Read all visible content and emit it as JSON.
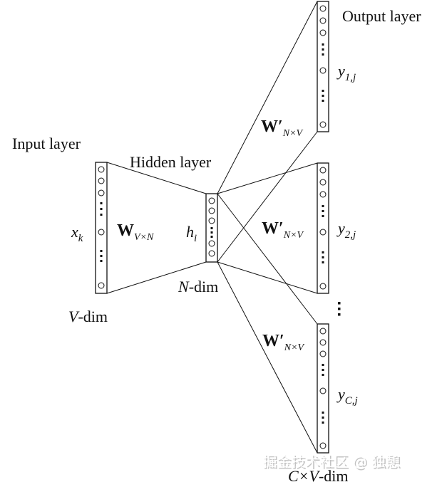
{
  "diagram": {
    "input_layer_label": "Input layer",
    "hidden_layer_label": "Hidden layer",
    "output_layer_label": "Output layer",
    "input_vector": {
      "base": "x",
      "sub": "k"
    },
    "hidden_vector": {
      "base": "h",
      "sub": "i"
    },
    "input_weight": {
      "base": "W",
      "sub": "V×N"
    },
    "output_weight": {
      "base": "W′",
      "sub": "N×V"
    },
    "output_vectors": [
      {
        "base": "y",
        "sub": "1,j"
      },
      {
        "base": "y",
        "sub": "2,j"
      },
      {
        "base": "y",
        "sub": "C,j"
      }
    ],
    "v_dim": {
      "var": "V",
      "rest": "-dim"
    },
    "n_dim": {
      "var": "N",
      "rest": "-dim"
    },
    "cv_dim": {
      "var": "C×V",
      "rest": "-dim"
    },
    "ellipsis": "⋮"
  },
  "watermark": {
    "text": "掘金技术社区 @ 独憩"
  },
  "colors": {
    "stroke": "#111111",
    "background": "#ffffff",
    "watermark": "#ffffff"
  }
}
